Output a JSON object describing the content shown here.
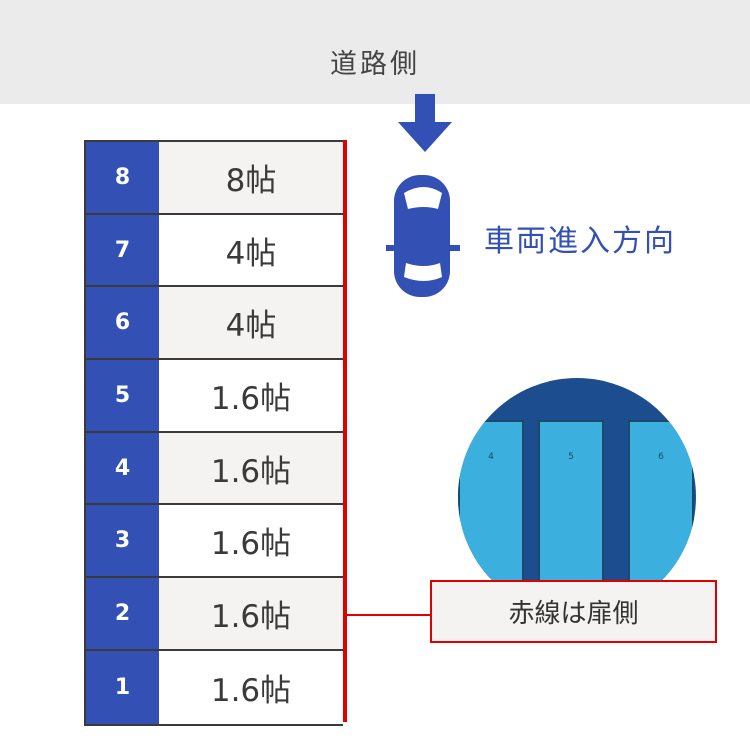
{
  "header": {
    "label": "道路側"
  },
  "direction": {
    "label": "車両進入方向"
  },
  "units": [
    {
      "number": "8",
      "size": "8帖"
    },
    {
      "number": "7",
      "size": "4帖"
    },
    {
      "number": "6",
      "size": "4帖"
    },
    {
      "number": "5",
      "size": "1.6帖"
    },
    {
      "number": "4",
      "size": "1.6帖"
    },
    {
      "number": "3",
      "size": "1.6帖"
    },
    {
      "number": "2",
      "size": "1.6帖"
    },
    {
      "number": "1",
      "size": "1.6帖"
    }
  ],
  "photo": {
    "door_numbers": [
      "4",
      "5",
      "6"
    ]
  },
  "callout": {
    "label": "赤線は扉側"
  },
  "colors": {
    "accent": "#3350b5",
    "door_line": "#e00000"
  }
}
